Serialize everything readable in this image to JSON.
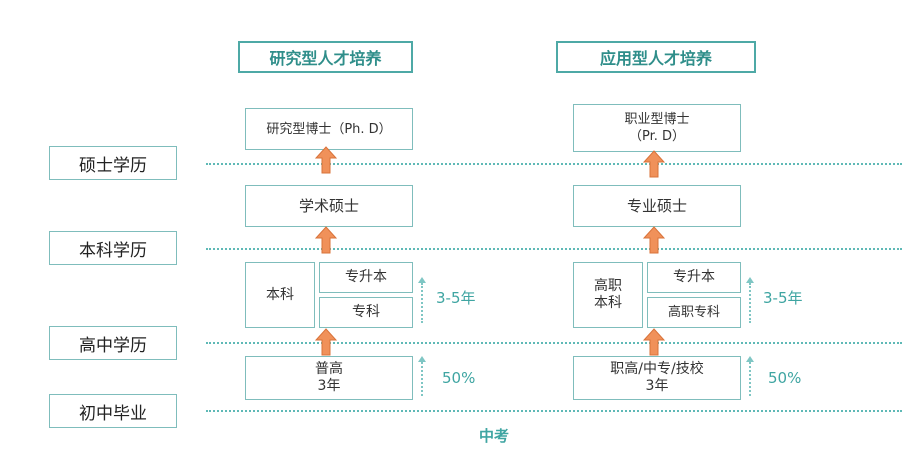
{
  "tracks": {
    "research": {
      "title": "研究型人才培养",
      "doctor": "研究型博士（Ph. D）",
      "master": "学术硕士",
      "bachelor": "本科",
      "upgrade": "专升本",
      "associate": "专科",
      "upgrade_duration": "3-5年",
      "highschool": "普高\n3年",
      "highschool_rate": "50%"
    },
    "applied": {
      "title": "应用型人才培养",
      "doctor": "职业型博士\n（Pr. D）",
      "master": "专业硕士",
      "bachelor": "高职\n本科",
      "upgrade": "专升本",
      "associate": "高职专科",
      "upgrade_duration": "3-5年",
      "highschool": "职高/中专/技校\n3年",
      "highschool_rate": "50%"
    }
  },
  "levels": {
    "master": "硕士学历",
    "bachelor": "本科学历",
    "highschool": "高中学历",
    "junior": "初中毕业"
  },
  "footer": "中考",
  "colors": {
    "teal": "#4ea9a6",
    "arrow": "#f0915a"
  }
}
